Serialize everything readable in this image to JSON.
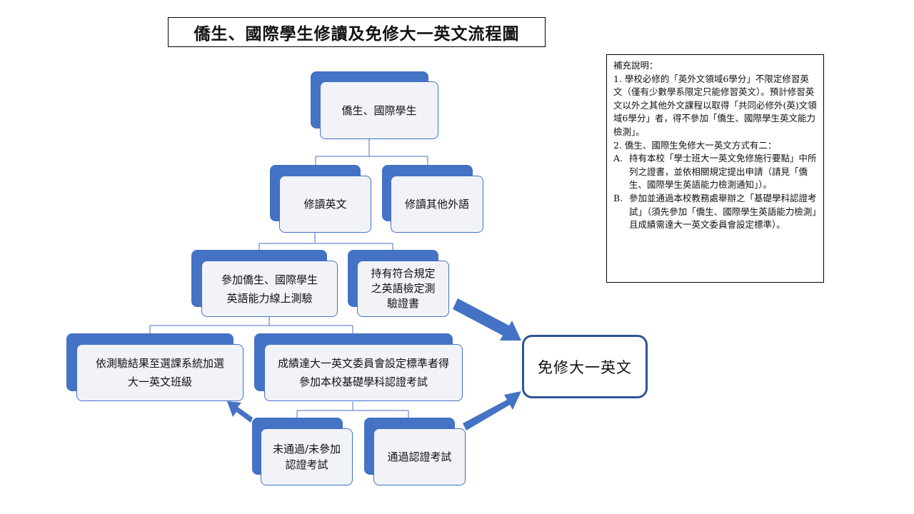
{
  "title": "僑生、國際學生修讀及免修大一英文流程圖",
  "notes": {
    "heading": "補充說明：",
    "item1": "1. 學校必修的「英外文領域6學分」不限定修習英文（僅有少數學系限定只能修習英文）。預計修習英文以外之其他外文課程以取得「共同必修外(英)文領域6學分」者，得不參加「僑生、國際學生英文能力檢測」。",
    "item2": "2. 僑生、國際生免修大一英文方式有二：",
    "a_key": "A.",
    "a_text": "持有本校「學士班大一英文免修施行要點」中所列之證書，並依相關規定提出申請（請見「僑生、國際學生英語能力檢測通知」）。",
    "b_key": "B.",
    "b_text": "參加並通過本校教務處舉辦之「基礎學科認證考試」（須先參加「僑生、國際學生英語能力檢測」且成績需達大一英文委員會設定標準）。"
  },
  "nodes": {
    "students": "僑生、國際學生",
    "take_english": "修讀英文",
    "other_lang": "修讀其他外語",
    "online_test": "參加僑生、國際學生英語能力線上測驗",
    "has_cert": "持有符合規定之英語檢定測驗證書",
    "placement": "依測驗結果至選課系統加選大一英文班級",
    "qualified": "成績達大一英文委員會設定標準者得參加本校基礎學科認證考試",
    "failed": "未通過/未參加認證考試",
    "passed": "通過認證考試",
    "exempt": "免修大一英文"
  },
  "colors": {
    "accent": "#4472c4",
    "box_fill": "#f2f3f8",
    "final_border": "#2f5597",
    "connector": "#4472c4"
  }
}
